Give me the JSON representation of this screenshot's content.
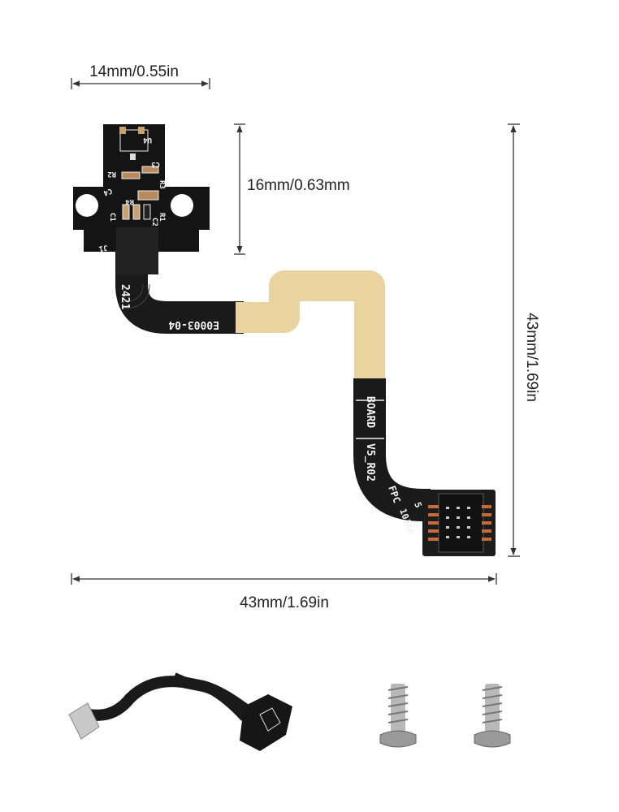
{
  "dimensions": {
    "top_width": "14mm/0.55in",
    "board_height": "16mm/0.63mm",
    "total_height": "43mm/1.69in",
    "total_width": "43mm/1.69in"
  },
  "pcb_labels": {
    "u4": "U4",
    "c3": "C3",
    "r2": "R2",
    "r3": "R3",
    "c4": "C4",
    "r4": "R4",
    "c1": "C1",
    "r1": "R1",
    "c2": "C2",
    "j1": "J1",
    "code1": "2421",
    "code2": "E0003-04",
    "board": "BOARD",
    "version": "V5_R02",
    "fpc": "FPC",
    "part": "10J46",
    "pin": "5"
  },
  "colors": {
    "pcb": "#151515",
    "flex": "#e9d3a0",
    "dim_line": "#333333"
  }
}
